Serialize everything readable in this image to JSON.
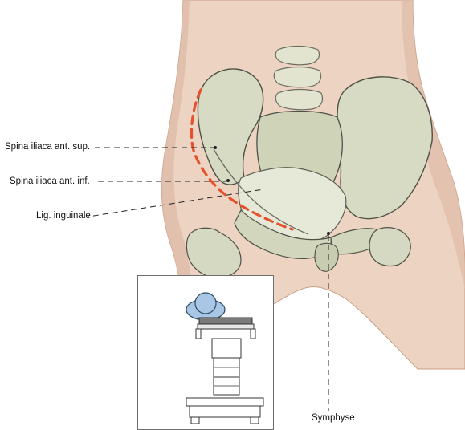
{
  "labels": {
    "spina_sup": "Spina iliaca ant. sup.",
    "spina_inf": "Spina iliaca ant. inf.",
    "lig_inguinale": "Lig. inguinale",
    "symphyse": "Symphyse"
  },
  "colors": {
    "skin": "#ecd3c2",
    "skin_shadow": "#d9b29b",
    "bone": "#d8dbc3",
    "bone_shadow": "#b9bd9f",
    "bone_outline": "#4e5146",
    "marker": "#e5512c",
    "leader": "#222222",
    "head": "#a9c6e4",
    "table_top": "#7a7a7a"
  },
  "icons": {
    "inset": "patient-on-operating-table-icon"
  }
}
